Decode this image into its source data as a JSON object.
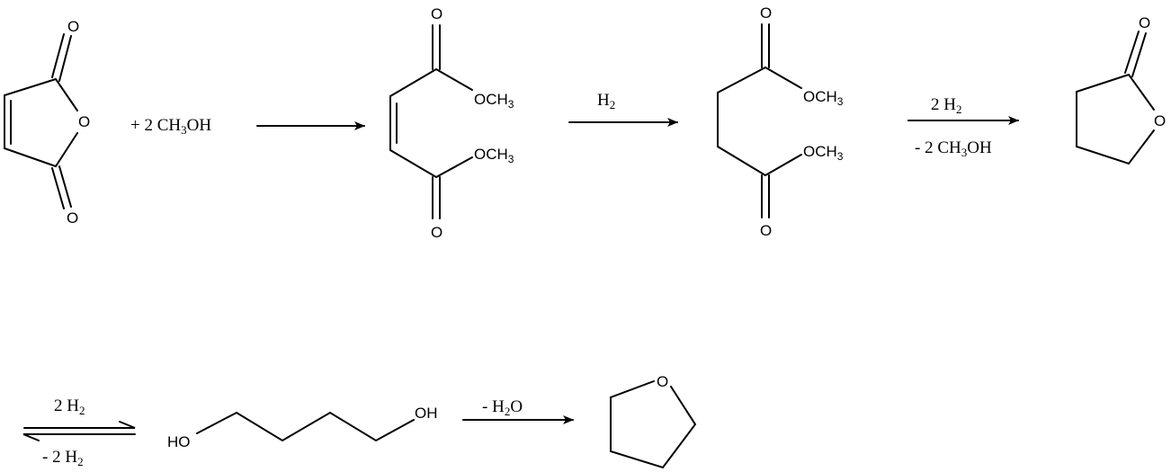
{
  "scheme": {
    "colors": {
      "ink": "#000000",
      "background": "#ffffff"
    },
    "step1_reagent": {
      "a": "+ 2 CH",
      "sub": "3",
      "b": "OH"
    },
    "step2_reagent": {
      "a": "H",
      "sub": "2"
    },
    "step3_above": {
      "a": "2 H",
      "sub": "2"
    },
    "step3_below": {
      "a": "- 2 CH",
      "sub": "3",
      "b": "OH"
    },
    "step4_above": {
      "a": "2 H",
      "sub": "2"
    },
    "step4_below": {
      "a": "- 2 H",
      "sub": "2"
    },
    "step5_above": {
      "a": "- H",
      "sub": "2",
      "b": "O"
    },
    "atoms": {
      "O": "O",
      "OCH3": {
        "a": "OCH",
        "sub": "3"
      },
      "HO": "HO",
      "OH": "OH"
    }
  }
}
